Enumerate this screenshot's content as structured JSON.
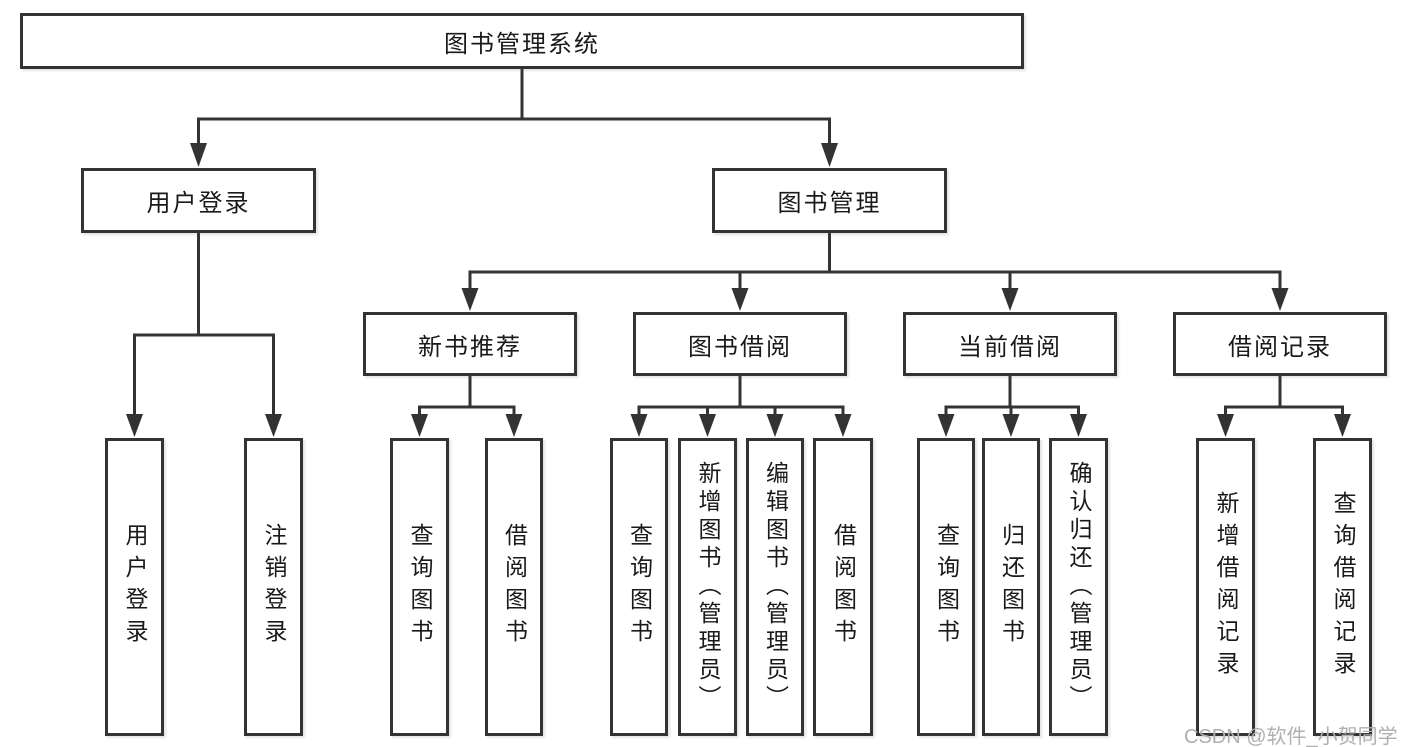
{
  "diagram": {
    "title_node": "图书管理系统",
    "level2": {
      "user_login": "用户登录",
      "book_mgmt": "图书管理"
    },
    "level3": {
      "new_book": "新书推荐",
      "borrow": "图书借阅",
      "current": "当前借阅",
      "records": "借阅记录"
    },
    "leaves": {
      "user_login": "用户登录",
      "logout": "注销登录",
      "nb_query": "查询图书",
      "nb_borrow": "借阅图书",
      "bb_query": "查询图书",
      "bb_add": "新增图书（管理员）",
      "bb_edit": "编辑图书（管理员）",
      "bb_borrow": "借阅图书",
      "cb_query": "查询图书",
      "cb_return": "归还图书",
      "cb_confirm": "确认归还（管理员）",
      "br_add": "新增借阅记录",
      "br_query": "查询借阅记录"
    },
    "colors": {
      "line": "#333333",
      "text": "#1a1a1a",
      "box_fill": "#ffffff",
      "background": "#ffffff"
    }
  },
  "watermark": {
    "text": "CSDN @软件_小贺同学",
    "color": "#b0b0b0"
  }
}
